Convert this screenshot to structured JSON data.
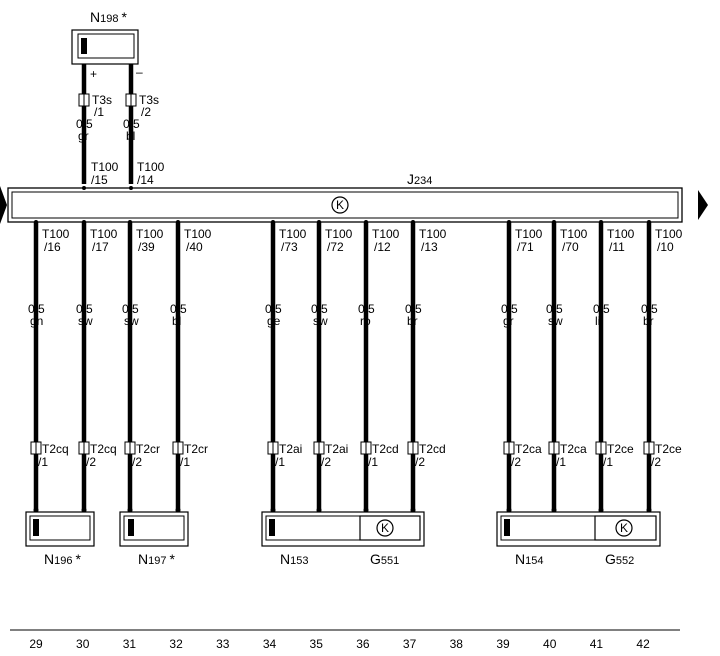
{
  "top_component": {
    "name": "N",
    "sub": "198",
    "mark": "*",
    "plus": "+",
    "minus": "–"
  },
  "top_wires": [
    {
      "conn": "T3s",
      "pin": "/1",
      "size": "0,5",
      "color": "gr",
      "t100": "T100",
      "t100_pin": "/15"
    },
    {
      "conn": "T3s",
      "pin": "/2",
      "size": "0,5",
      "color": "bl",
      "t100": "T100",
      "t100_pin": "/14"
    }
  ],
  "unit": {
    "name": "J",
    "sub": "234",
    "symbol": "K"
  },
  "bottom_wires": [
    {
      "t100": "T100",
      "t100_pin": "/16",
      "size": "0,5",
      "color": "gn",
      "conn": "T2cq",
      "pin": "/1"
    },
    {
      "t100": "T100",
      "t100_pin": "/17",
      "size": "0,5",
      "color": "sw",
      "conn": "T2cq",
      "pin": "/2"
    },
    {
      "t100": "T100",
      "t100_pin": "/39",
      "size": "0,5",
      "color": "sw",
      "conn": "T2cr",
      "pin": "/2"
    },
    {
      "t100": "T100",
      "t100_pin": "/40",
      "size": "0,5",
      "color": "bl",
      "conn": "T2cr",
      "pin": "/1"
    },
    {
      "t100": "T100",
      "t100_pin": "/73",
      "size": "0,5",
      "color": "ge",
      "conn": "T2ai",
      "pin": "/1"
    },
    {
      "t100": "T100",
      "t100_pin": "/72",
      "size": "0,5",
      "color": "sw",
      "conn": "T2ai",
      "pin": "/2"
    },
    {
      "t100": "T100",
      "t100_pin": "/12",
      "size": "0,5",
      "color": "ro",
      "conn": "T2cd",
      "pin": "/1"
    },
    {
      "t100": "T100",
      "t100_pin": "/13",
      "size": "0,5",
      "color": "br",
      "conn": "T2cd",
      "pin": "/2"
    },
    {
      "t100": "T100",
      "t100_pin": "/71",
      "size": "0,5",
      "color": "gr",
      "conn": "T2ca",
      "pin": "/2"
    },
    {
      "t100": "T100",
      "t100_pin": "/70",
      "size": "0,5",
      "color": "sw",
      "conn": "T2ca",
      "pin": "/1"
    },
    {
      "t100": "T100",
      "t100_pin": "/11",
      "size": "0,5",
      "color": "li",
      "conn": "T2ce",
      "pin": "/1"
    },
    {
      "t100": "T100",
      "t100_pin": "/10",
      "size": "0,5",
      "color": "br",
      "conn": "T2ce",
      "pin": "/2"
    }
  ],
  "bottom_components": [
    {
      "name": "N",
      "sub": "196",
      "mark": "*"
    },
    {
      "name": "N",
      "sub": "197",
      "mark": "*"
    },
    {
      "name": "N",
      "sub": "153",
      "mark": ""
    },
    {
      "name": "G",
      "sub": "551",
      "mark": ""
    },
    {
      "name": "N",
      "sub": "154",
      "mark": ""
    },
    {
      "name": "G",
      "sub": "552",
      "mark": ""
    }
  ],
  "track_numbers": [
    "29",
    "30",
    "31",
    "32",
    "33",
    "34",
    "35",
    "36",
    "37",
    "38",
    "39",
    "40",
    "41",
    "42"
  ]
}
